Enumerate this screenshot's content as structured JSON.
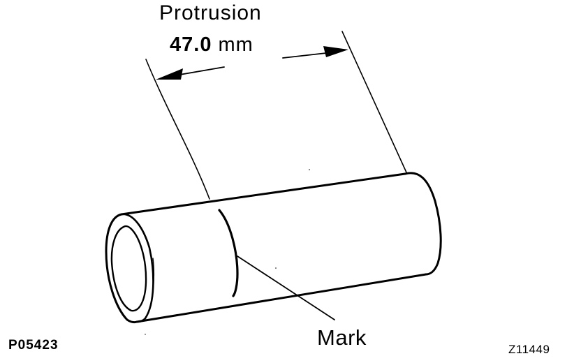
{
  "diagram": {
    "title": "Protrusion",
    "dimension": {
      "value": "47.0",
      "unit": "mm"
    },
    "callout_label": "Mark",
    "figure_codes": {
      "left": "P05423",
      "right": "Z11449"
    },
    "colors": {
      "background": "#ffffff",
      "line": "#000000"
    }
  }
}
